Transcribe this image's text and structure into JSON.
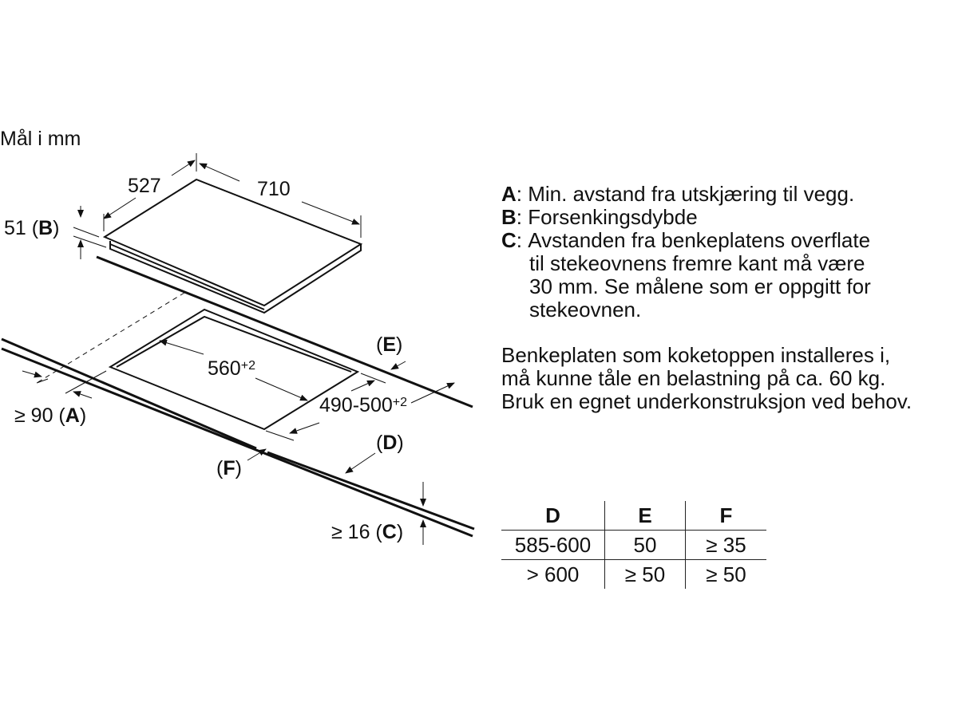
{
  "units_label": "Mål i mm",
  "diagram": {
    "hob_depth": "527",
    "hob_width": "710",
    "b_value": "51",
    "b_key": "B",
    "cutout_width": "560",
    "cutout_width_tol": "+2",
    "cutout_depth": "490-500",
    "cutout_depth_tol": "+2",
    "a_value": "≥ 90",
    "a_key": "A",
    "c_value": "≥ 16",
    "c_key": "C",
    "d_key": "D",
    "e_key": "E",
    "f_key": "F"
  },
  "notes": [
    {
      "key": "A",
      "lines": [
        "Min. avstand fra utskjæring til vegg."
      ]
    },
    {
      "key": "B",
      "lines": [
        "Forsenkingsdybde"
      ]
    },
    {
      "key": "C",
      "lines": [
        "Avstanden fra benkeplatens overflate",
        "til stekeovnens fremre kant må være",
        "30 mm. Se målene som er oppgitt for",
        "stekeovnen."
      ]
    }
  ],
  "paragraph": [
    "Benkeplaten som koketoppen installeres i,",
    "må kunne tåle en belastning på ca. 60 kg.",
    "Bruk en egnet underkonstruksjon ved behov."
  ],
  "table": {
    "headers": [
      "D",
      "E",
      "F"
    ],
    "rows": [
      [
        "585-600",
        "50",
        "≥ 35"
      ],
      [
        "> 600",
        "≥ 50",
        "≥ 50"
      ]
    ]
  }
}
